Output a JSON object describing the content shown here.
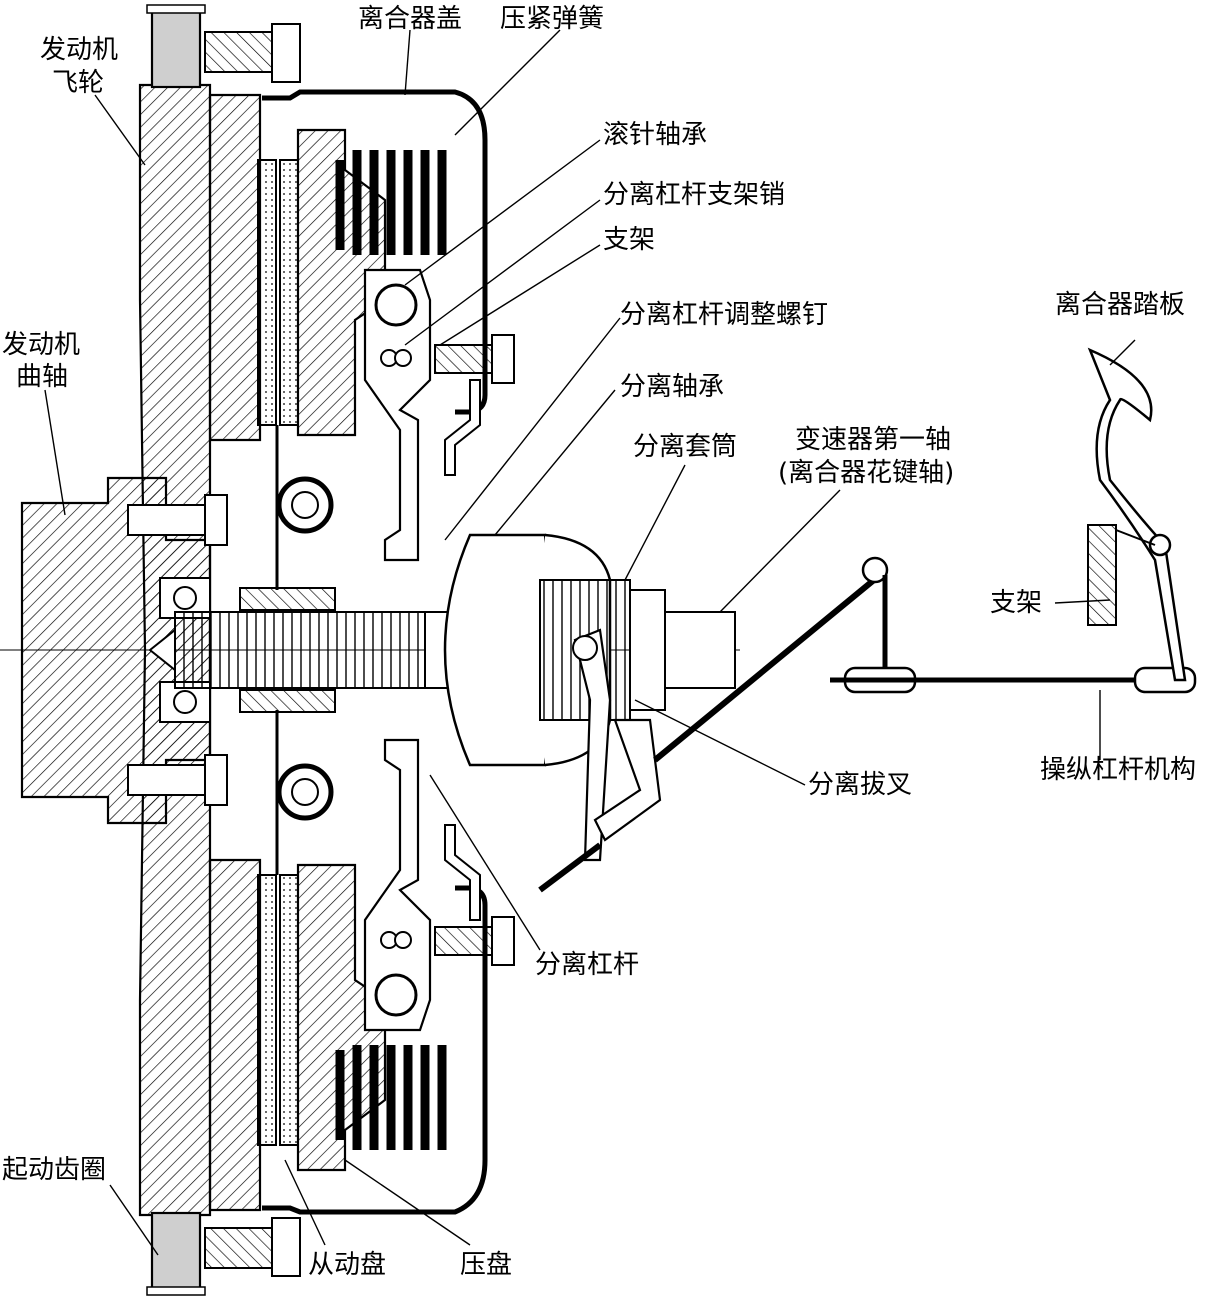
{
  "labels": {
    "flywheel": [
      "发动机",
      "飞轮"
    ],
    "crankshaft": [
      "发动机",
      "曲轴"
    ],
    "starter_ring": "起动齿圈",
    "clutch_cover": "离合器盖",
    "pressure_spring": "压紧弹簧",
    "needle_bearing": "滚针轴承",
    "lever_pin": "分离杠杆支架销",
    "bracket": "支架",
    "adjust_screw": "分离杠杆调整螺钉",
    "release_bearing": "分离轴承",
    "release_sleeve": "分离套筒",
    "input_shaft": [
      "变速器第一轴",
      "(离合器花键轴)"
    ],
    "clutch_pedal": "离合器踏板",
    "pedal_bracket": "支架",
    "linkage": "操纵杠杆机构",
    "release_fork": "分离拔叉",
    "release_lever": "分离杠杆",
    "driven_disc": "从动盘",
    "pressure_plate": "压盘"
  },
  "colors": {
    "line": "#000000",
    "fill": "#ffffff",
    "ring_fill": "#cfcfcf",
    "hatch": "#000000"
  }
}
